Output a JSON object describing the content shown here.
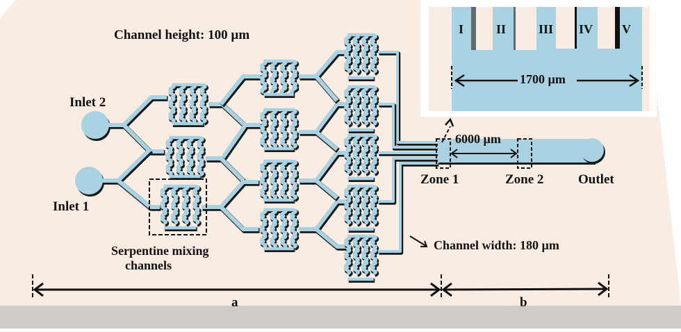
{
  "labels": {
    "channel_height": "Channel height: 100 µm",
    "inlet_2": "Inlet 2",
    "inlet_1": "Inlet 1",
    "serpentine_line1": "Serpentine mixing",
    "serpentine_line2": "channels",
    "channel_width": "Channel width: 180 µm",
    "zone_1": "Zone 1",
    "zone_2": "Zone 2",
    "outlet": "Outlet",
    "zone_distance": "6000 µm",
    "section_a": "a",
    "section_b": "b"
  },
  "inset": {
    "regions": [
      "I",
      "II",
      "III",
      "IV",
      "V"
    ],
    "width_label": "1700 µm"
  },
  "colors": {
    "background": "#f8ece3",
    "channel": "#a9d3e3",
    "channel_shadow": "#1a1a1a",
    "base_edge": "#cdcbc7",
    "line": "#111111"
  }
}
